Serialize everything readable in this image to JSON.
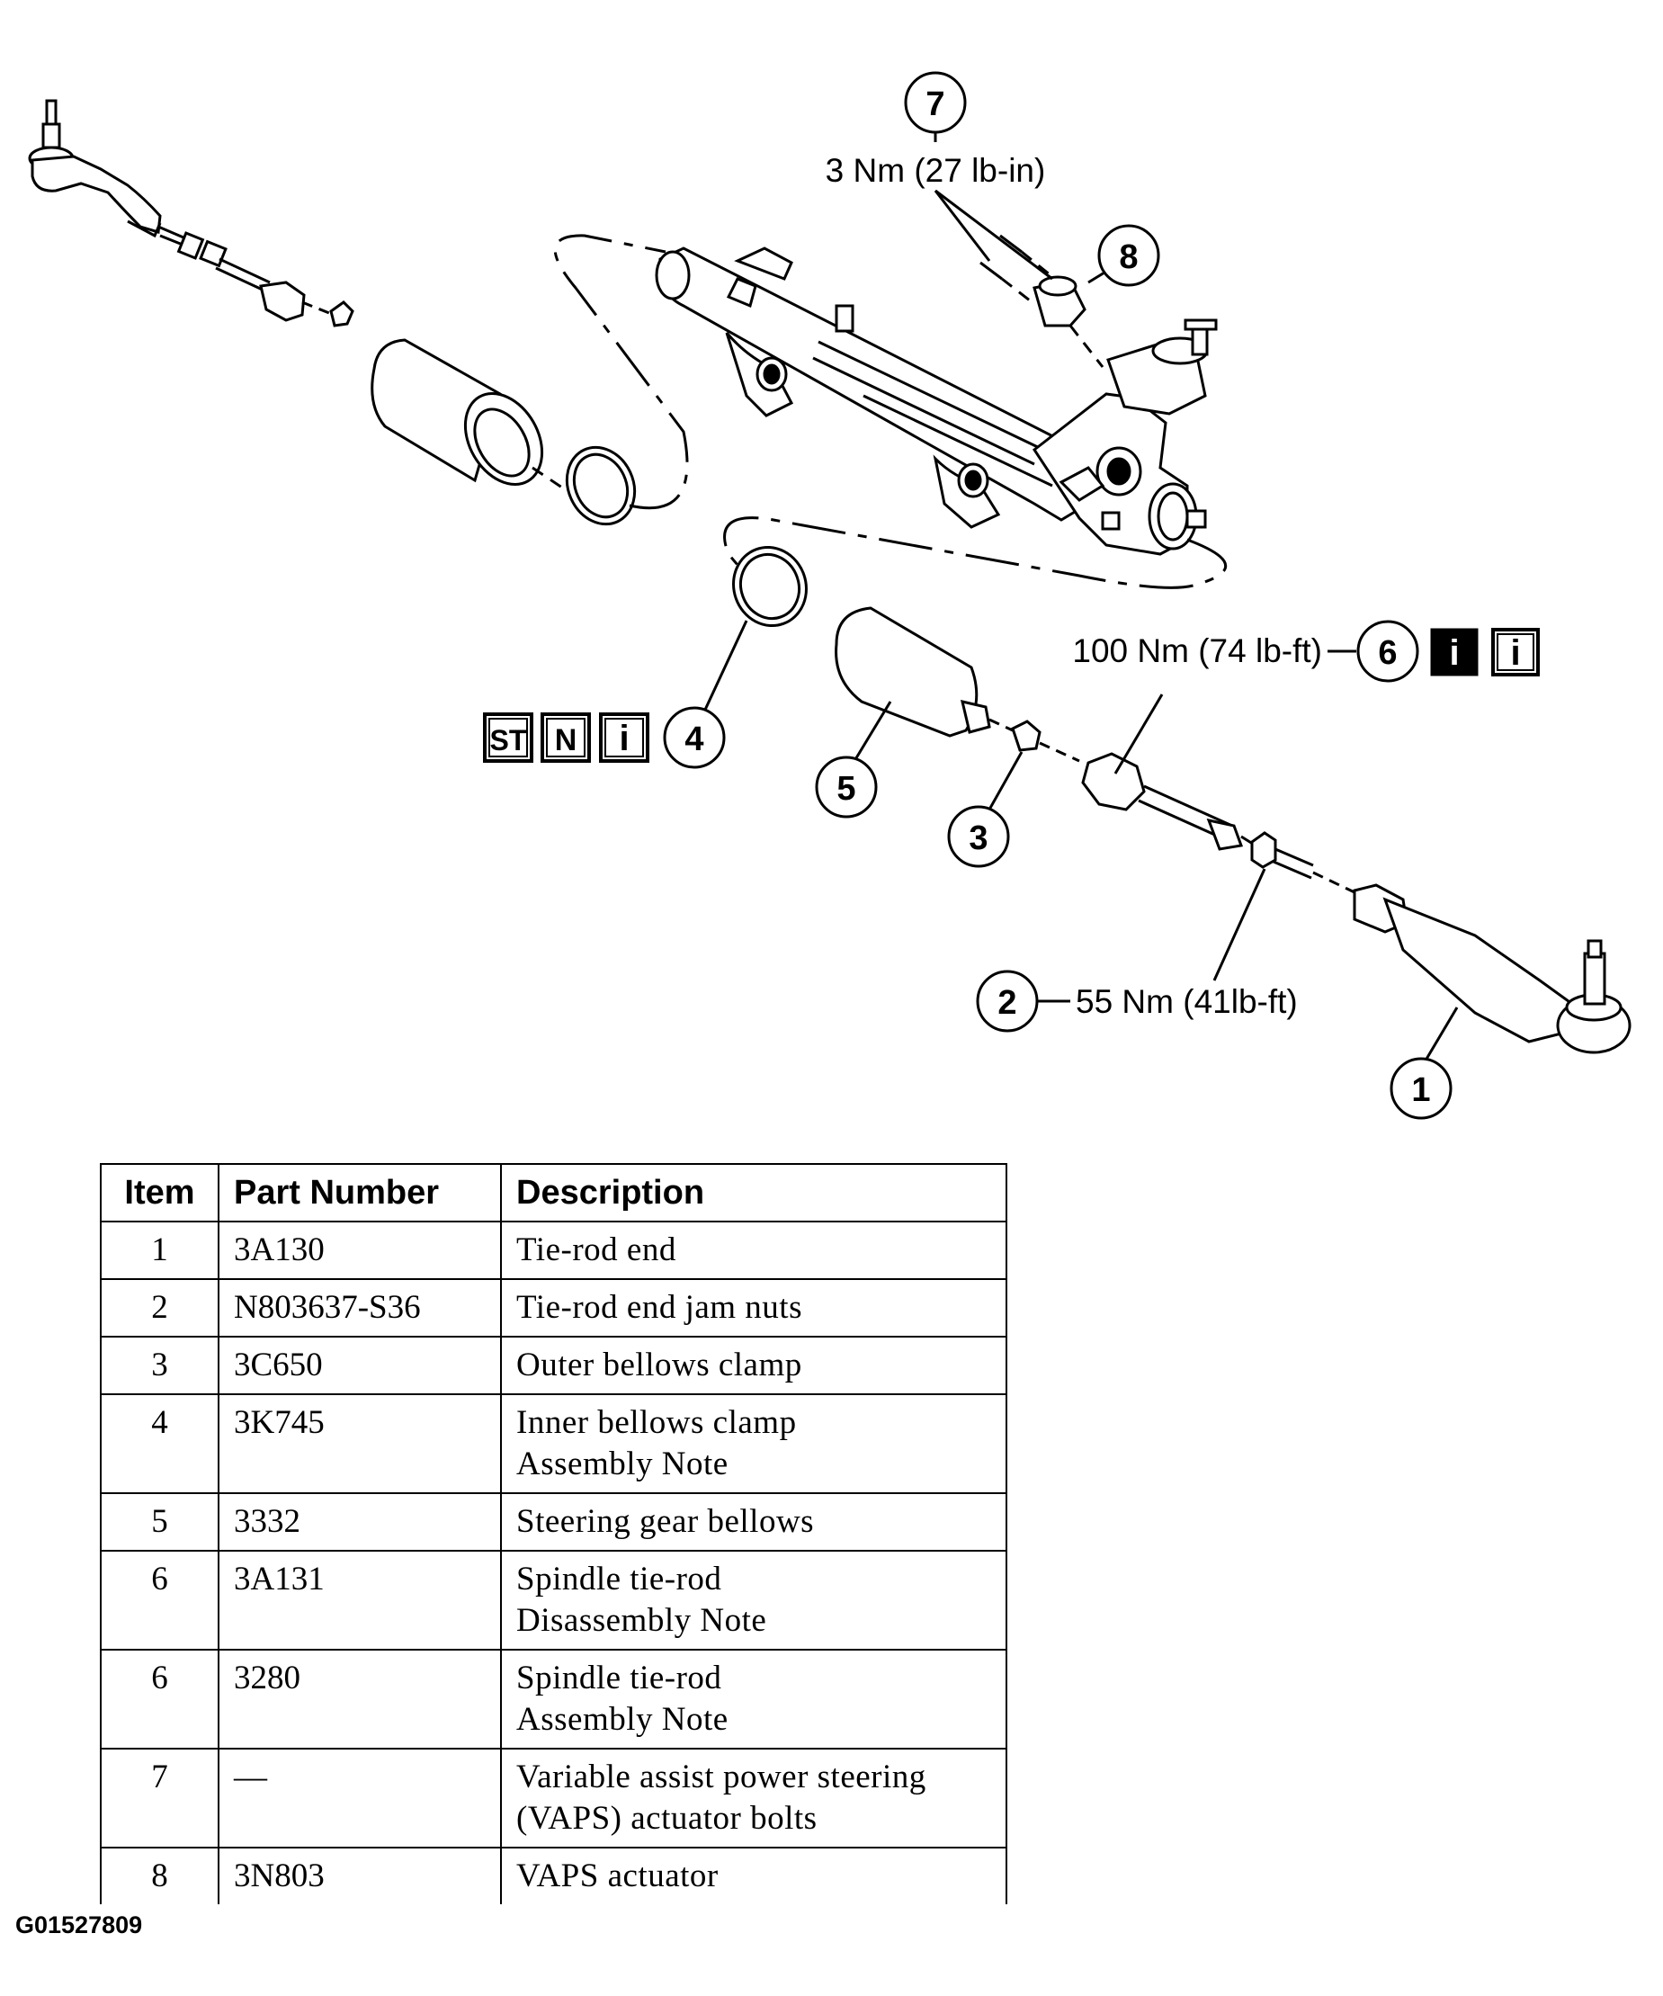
{
  "callouts": {
    "c1": {
      "num": "1"
    },
    "c2": {
      "num": "2",
      "torque": "55 Nm (41lb-ft)"
    },
    "c3": {
      "num": "3"
    },
    "c4": {
      "num": "4",
      "badges": [
        "ST",
        "N",
        "i"
      ]
    },
    "c5": {
      "num": "5"
    },
    "c6": {
      "num": "6",
      "torque": "100 Nm (74 lb-ft)",
      "badges": [
        "i",
        "i"
      ]
    },
    "c7": {
      "num": "7",
      "torque": "3 Nm (27 lb-in)"
    },
    "c8": {
      "num": "8"
    }
  },
  "table": {
    "headers": {
      "item": "Item",
      "part": "Part Number",
      "desc": "Description"
    },
    "rows": [
      {
        "item": "1",
        "part": "3A130",
        "desc": [
          "Tie-rod end"
        ]
      },
      {
        "item": "2",
        "part": "N803637-S36",
        "desc": [
          "Tie-rod end jam nuts"
        ]
      },
      {
        "item": "3",
        "part": "3C650",
        "desc": [
          "Outer bellows clamp"
        ]
      },
      {
        "item": "4",
        "part": "3K745",
        "desc": [
          "Inner bellows clamp",
          "Assembly Note"
        ]
      },
      {
        "item": "5",
        "part": "3332",
        "desc": [
          "Steering gear bellows"
        ]
      },
      {
        "item": "6",
        "part": "3A131",
        "desc": [
          "Spindle tie-rod",
          "Disassembly Note"
        ]
      },
      {
        "item": "6",
        "part": "3280",
        "desc": [
          "Spindle tie-rod",
          "Assembly Note"
        ]
      },
      {
        "item": "7",
        "part": "—",
        "desc": [
          "Variable assist power steering",
          "(VAPS) actuator bolts"
        ]
      },
      {
        "item": "8",
        "part": "3N803",
        "desc": [
          "VAPS actuator"
        ]
      }
    ]
  },
  "figure_code": "G01527809"
}
